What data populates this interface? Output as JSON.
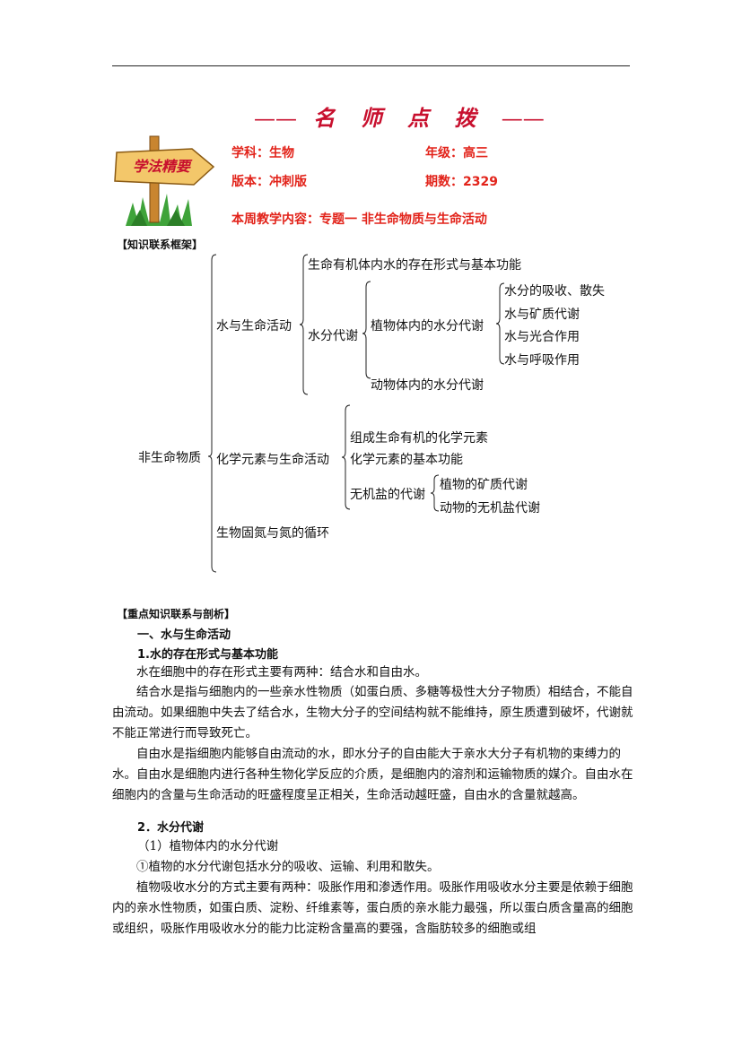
{
  "banner": {
    "title": "名 师 点 拨",
    "dash_left": "——",
    "dash_right": "——"
  },
  "logo": {
    "sign_text": "学法精要"
  },
  "meta": {
    "subject": "学科：生物",
    "grade": "年级：高三",
    "edition": "版本：冲刺版",
    "issue": "期数：2329",
    "content": "本周教学内容：专题一 非生命物质与生命活动"
  },
  "framework": {
    "heading": "【知识联系框架】",
    "root": "非生命物质",
    "water": "水与生命活动",
    "water_form": "生命有机体内水的存在形式与基本功能",
    "water_metab": "水分代谢",
    "plant_water": "植物体内的水分代谢",
    "pw_items": [
      "水分的吸收、散失",
      "水与矿质代谢",
      "水与光合作用",
      "水与呼吸作用"
    ],
    "animal_water": "动物体内的水分代谢",
    "chem": "化学元素与生命活动",
    "chem_items": [
      "组成生命有机的化学元素",
      "化学元素的基本功能"
    ],
    "salt": "无机盐的代谢",
    "salt_items": [
      "植物的矿质代谢",
      "动物的无机盐代谢"
    ],
    "nitrogen": "生物固氮与氮的循环"
  },
  "analysis": {
    "heading": "【重点知识联系与剖析】",
    "sec1": "一、水与生命活动",
    "sub1": "1.水的存在形式与基本功能",
    "p1": "水在细胞中的存在形式主要有两种：结合水和自由水。",
    "p2": "结合水是指与细胞内的一些亲水性物质（如蛋白质、多糖等极性大分子物质）相结合，不能自由流动。如果细胞中失去了结合水，生物大分子的空间结构就不能维持，原生质遭到破坏，代谢就不能正常进行而导致死亡。",
    "p3": "自由水是指细胞内能够自由流动的水，即水分子的自由能大于亲水大分子有机物的束缚力的水。自由水是细胞内进行各种生物化学反应的介质，是细胞内的溶剂和运输物质的媒介。自由水在细胞内的含量与生命活动的旺盛程度呈正相关，生命活动越旺盛，自由水的含量就越高。",
    "sub2": "2．水分代谢",
    "sub2a": "（1）植物体内的水分代谢",
    "p4": "①植物的水分代谢包括水分的吸收、运输、利用和散失。",
    "p5": "植物吸收水分的方式主要有两种：吸胀作用和渗透作用。吸胀作用吸收水分主要是依赖于细胞内的亲水性物质，如蛋白质、淀粉、纤维素等，蛋白质的亲水能力最强，所以蛋白质含量高的细胞或组织，吸胀作用吸收水分的能力比淀粉含量高的要强，含脂肪较多的细胞或组"
  }
}
